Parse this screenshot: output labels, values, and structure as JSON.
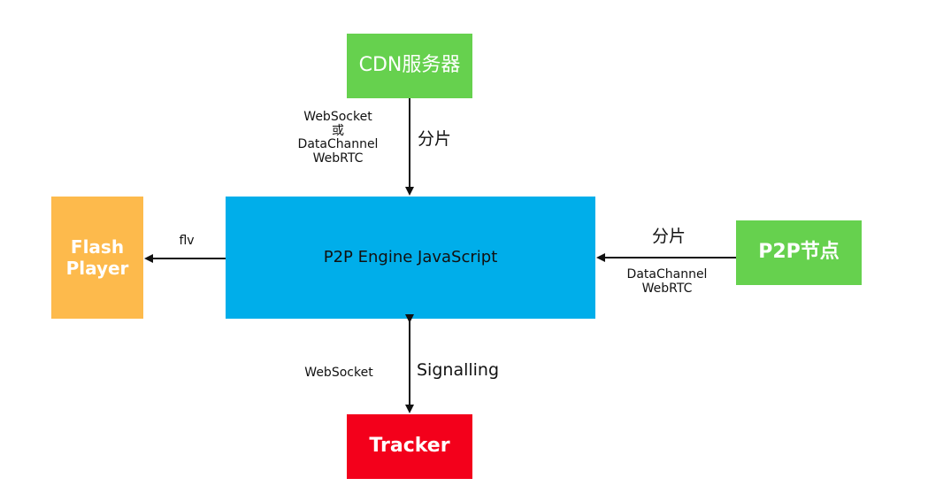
{
  "nodes": {
    "cdn": {
      "label": "CDN服务器",
      "color": "#66D14E"
    },
    "engine": {
      "label": "P2P Engine JavaScript",
      "color": "#00AEEA"
    },
    "flash": {
      "label": "Flash\nPlayer",
      "color": "#FDBA4C"
    },
    "peer": {
      "label": "P2P节点",
      "color": "#66D14E"
    },
    "tracker": {
      "label": "Tracker",
      "color": "#F3001B"
    }
  },
  "edges": {
    "cdn_to_engine": {
      "label": "分片",
      "transport": "WebSocket\n或\nDataChannel\nWebRTC"
    },
    "peer_to_engine": {
      "label": "分片",
      "transport": "DataChannel\nWebRTC"
    },
    "engine_to_flash": {
      "label": "flv"
    },
    "engine_to_tracker": {
      "label": "Signalling",
      "transport": "WebSocket"
    }
  }
}
